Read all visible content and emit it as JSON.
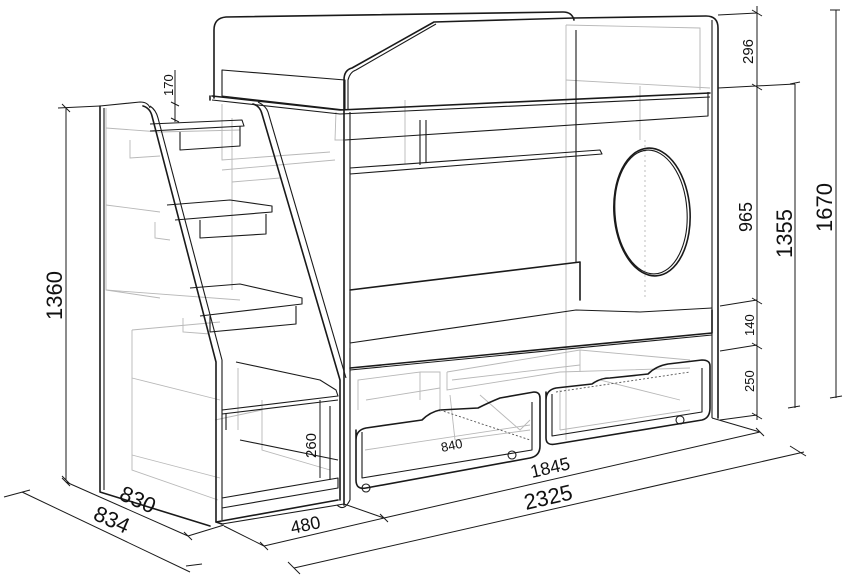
{
  "figure": {
    "type": "dimensioned technical drawing",
    "subject": "bunk/loft bed with staircase and two drawers",
    "line_color": "#1a1a1a",
    "hidden_line_color": "#b8b8b8",
    "background": "#ffffff"
  },
  "dimensions": {
    "right": {
      "upper_rail_height": "296",
      "upper_bed_clearance": "965",
      "lower_bed_frame": "140",
      "drawer_zone_height": "250",
      "upper_deck_height": "1355",
      "overall_height": "1670"
    },
    "left": {
      "stair_height": "1360",
      "step_offset": "170"
    },
    "bottom": {
      "stair_depth_inner": "830",
      "stair_depth_outer": "834",
      "stair_width": "480",
      "bed_length_inner": "1845",
      "overall_length": "2325",
      "drawer_width": "840",
      "stair_lower_opening": "260"
    }
  }
}
